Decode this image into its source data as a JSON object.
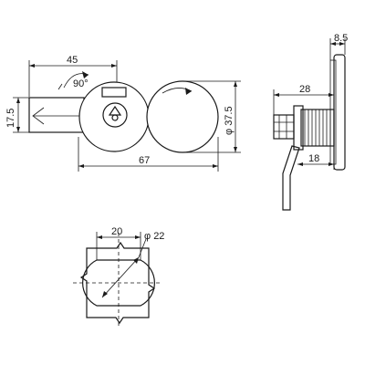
{
  "dimensions": {
    "front_offset": "45",
    "rotation_angle": "90°",
    "front_height": "17.5",
    "overall_length": "67",
    "cover_diameter": "φ 37.5",
    "plate_thickness": "8.5",
    "body_length": "28",
    "cam_length": "18",
    "cutout_width": "20",
    "cutout_diameter": "φ 22"
  },
  "colors": {
    "line": "#1a1a1a",
    "background": "#ffffff"
  }
}
